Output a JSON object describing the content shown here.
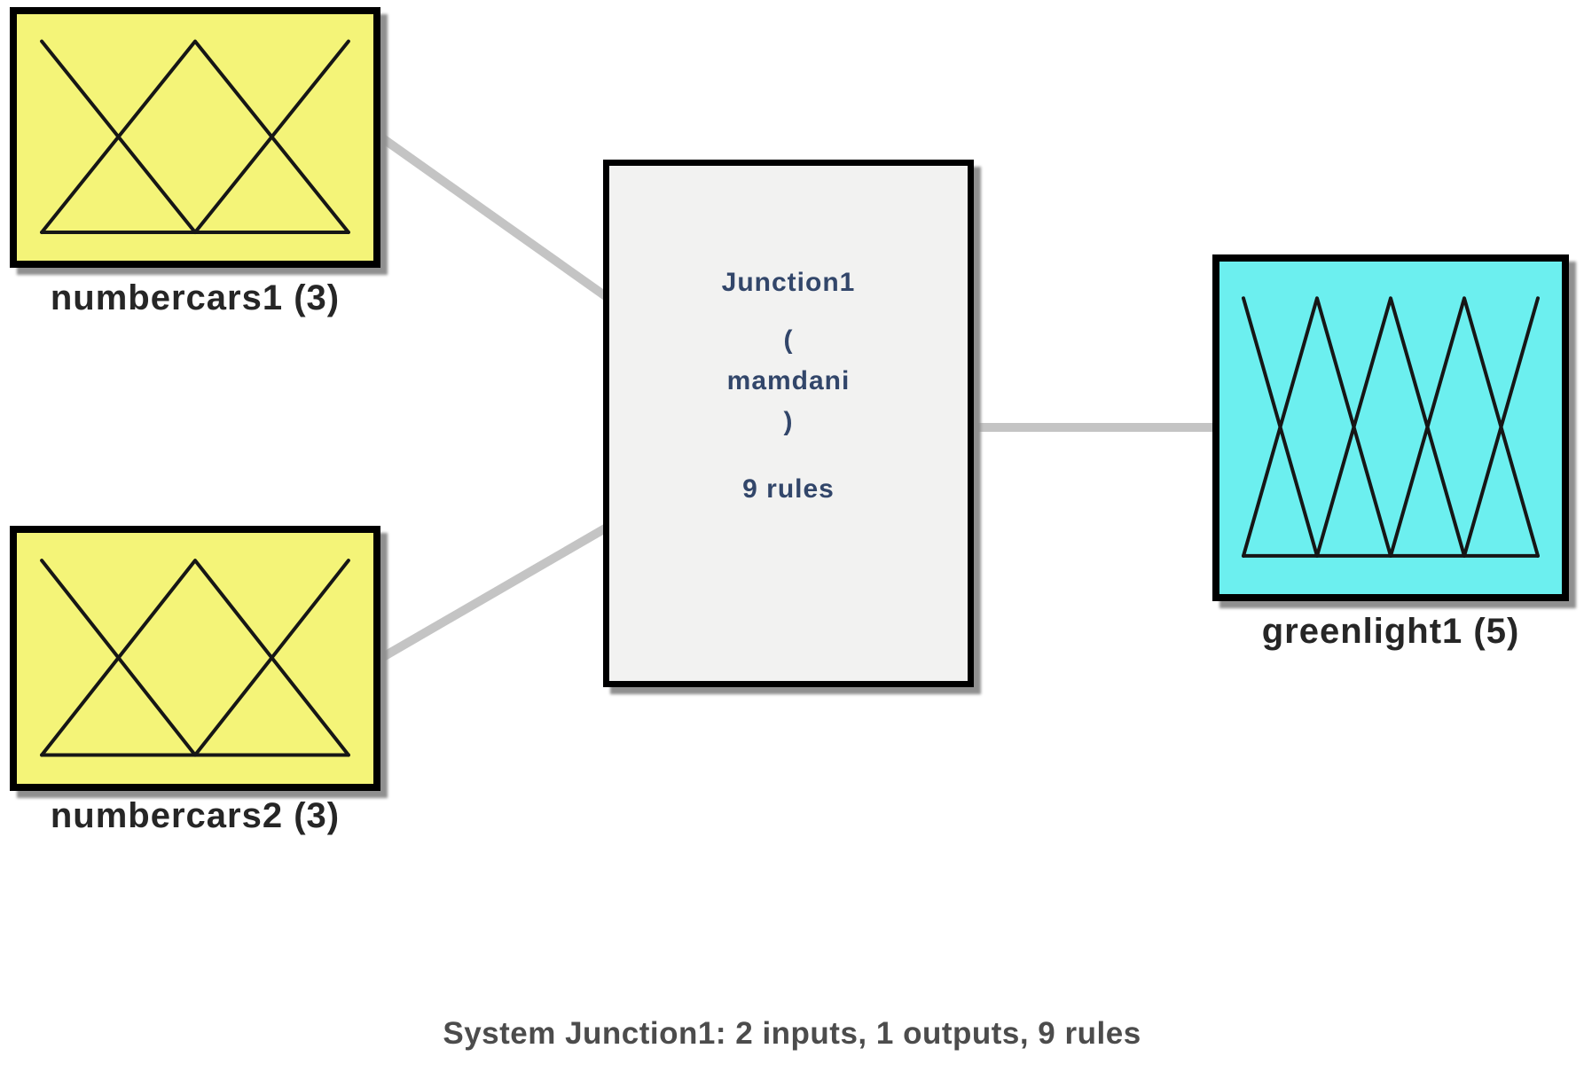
{
  "diagram": {
    "inputs": [
      {
        "id": "numbercars1",
        "label": "numbercars1 (3)",
        "mf_count": 3
      },
      {
        "id": "numbercars2",
        "label": "numbercars2 (3)",
        "mf_count": 3
      }
    ],
    "system": {
      "name": "Junction1",
      "paren_open": "(",
      "inference_type": "mamdani",
      "paren_close": ")",
      "rules": "9 rules"
    },
    "outputs": [
      {
        "id": "greenlight1",
        "label": "greenlight1 (5)",
        "mf_count": 5
      }
    ],
    "caption": "System Junction1: 2 inputs, 1 outputs, 9 rules",
    "colors": {
      "input_fill": "#f4f478",
      "output_fill": "#6cefef",
      "system_fill": "#f2f2f1",
      "border": "#000000",
      "connector": "#c4c4c4",
      "system_text": "#32466a",
      "label_text": "#262626",
      "caption_text": "#4c4c4c",
      "mf_line": "#161616"
    }
  }
}
